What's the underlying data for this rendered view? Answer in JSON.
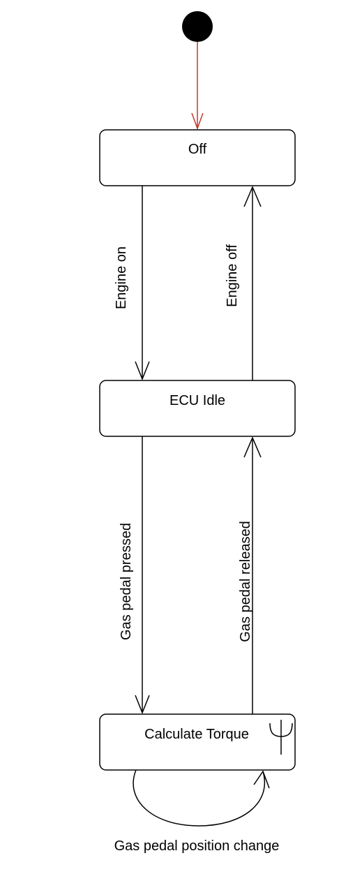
{
  "diagram": {
    "type": "state-machine",
    "initial_node_color": "#000000",
    "initial_edge_color": "#c0392b",
    "states": {
      "off": "Off",
      "ecu_idle": "ECU Idle",
      "calculate_torque": "Calculate Torque"
    },
    "transitions": {
      "engine_on": "Engine on",
      "engine_off": "Engine off",
      "gas_pedal_pressed": "Gas pedal pressed",
      "gas_pedal_released": "Gas pedal released",
      "gas_pedal_position_change": "Gas pedal position change"
    },
    "composite_icon": "trident-icon"
  }
}
